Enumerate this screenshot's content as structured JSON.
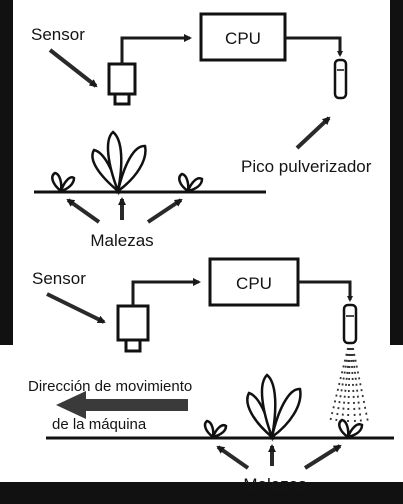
{
  "panels": [
    {
      "sensor_label": "Sensor",
      "cpu_label": "CPU",
      "nozzle_label": "Pico pulverizador",
      "weeds_label": "Malezas"
    },
    {
      "sensor_label": "Sensor",
      "cpu_label": "CPU",
      "weeds_label": "Malezas",
      "direction_label_line1": "Dirección de movimiento",
      "direction_label_line2": "de la máquina"
    }
  ]
}
